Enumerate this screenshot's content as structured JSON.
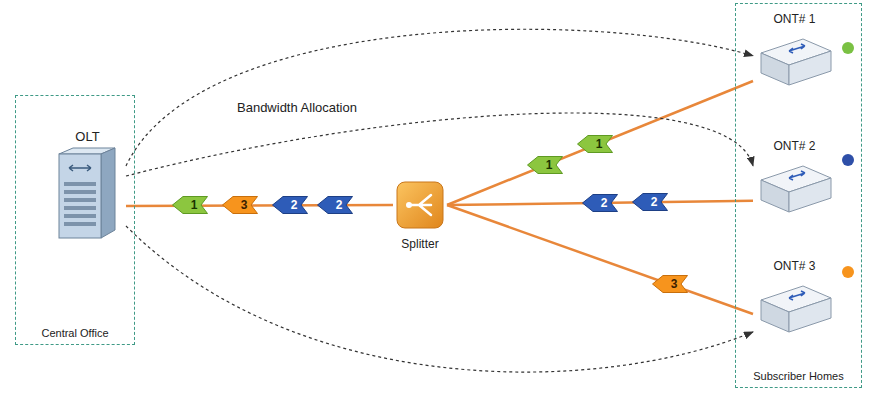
{
  "diagram": {
    "nodes": [
      {
        "text": [
          "Central Office"
        ]
      },
      {
        "text": [
          "OLT"
        ],
        "in": 0
      },
      {
        "text": [
          "Splitter"
        ]
      },
      {
        "text": [
          "Subscriber Homes"
        ]
      },
      {
        "text": [
          "ONT# 1"
        ],
        "in": 3
      },
      {
        "text": [
          "ONT# 2"
        ],
        "in": 3
      },
      {
        "text": [
          "ONT# 3"
        ],
        "in": 3
      }
    ],
    "edges": [
      {
        "from": 1,
        "to": 2,
        "arrow": "none"
      },
      {
        "from": 2,
        "to": 4,
        "arrow": "none"
      },
      {
        "from": 2,
        "to": 5,
        "arrow": "none"
      },
      {
        "from": 2,
        "to": 6,
        "arrow": "none"
      },
      {
        "from": 1,
        "to": 4,
        "arrow": "to"
      },
      {
        "from": 1,
        "to": 5,
        "arrow": "to"
      },
      {
        "from": 1,
        "to": 6,
        "arrow": "to"
      }
    ],
    "labels": [
      "Bandwidth Allocation",
      "1",
      "3",
      "2",
      "2",
      "1",
      "1",
      "2",
      "2",
      "3"
    ]
  }
}
